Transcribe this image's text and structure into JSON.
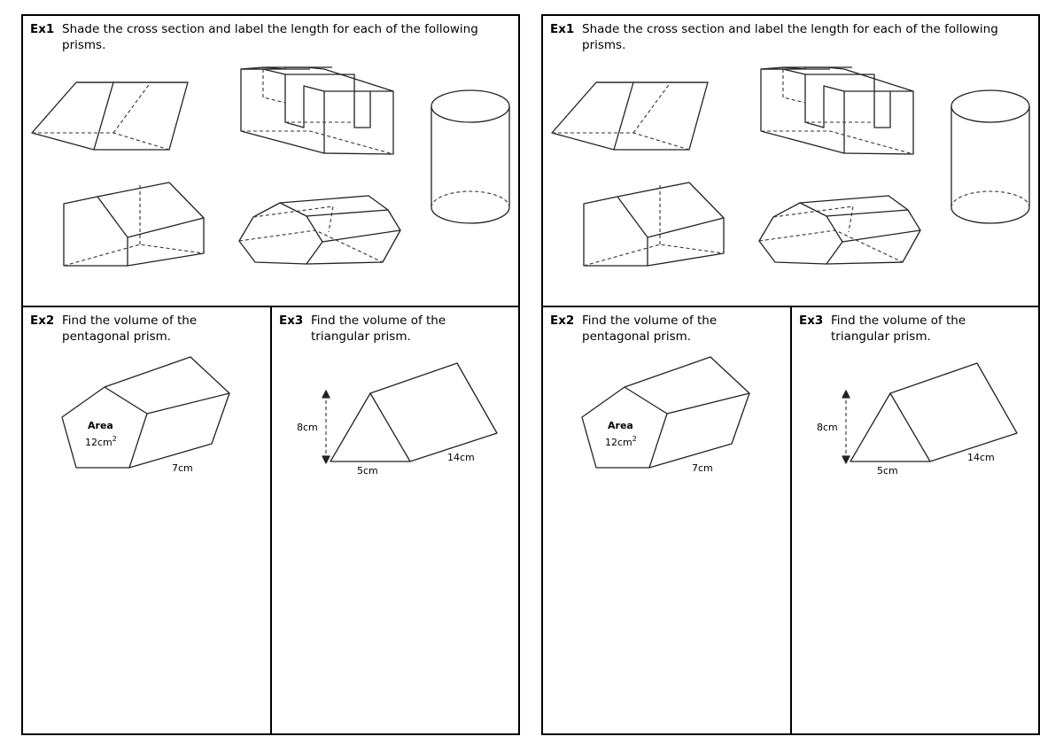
{
  "sheets": [
    {
      "ex1": {
        "number": "Ex1",
        "text": "Shade the cross section and label the length for each of the following prisms."
      },
      "ex2": {
        "number": "Ex2",
        "text": "Find the volume of the pentagonal prism.",
        "area_title": "Area",
        "area_value": "12cm",
        "area_unit_power": "2",
        "length": "7cm"
      },
      "ex3": {
        "number": "Ex3",
        "text": "Find the volume of the triangular prism.",
        "height": "8cm",
        "base": "5cm",
        "length": "14cm"
      }
    },
    {
      "ex1": {
        "number": "Ex1",
        "text": "Shade the cross section and label the length for each of the following prisms."
      },
      "ex2": {
        "number": "Ex2",
        "text": "Find the volume of the pentagonal prism.",
        "area_title": "Area",
        "area_value": "12cm",
        "area_unit_power": "2",
        "length": "7cm"
      },
      "ex3": {
        "number": "Ex3",
        "text": "Find the volume of the triangular prism.",
        "height": "8cm",
        "base": "5cm",
        "length": "14cm"
      }
    }
  ]
}
